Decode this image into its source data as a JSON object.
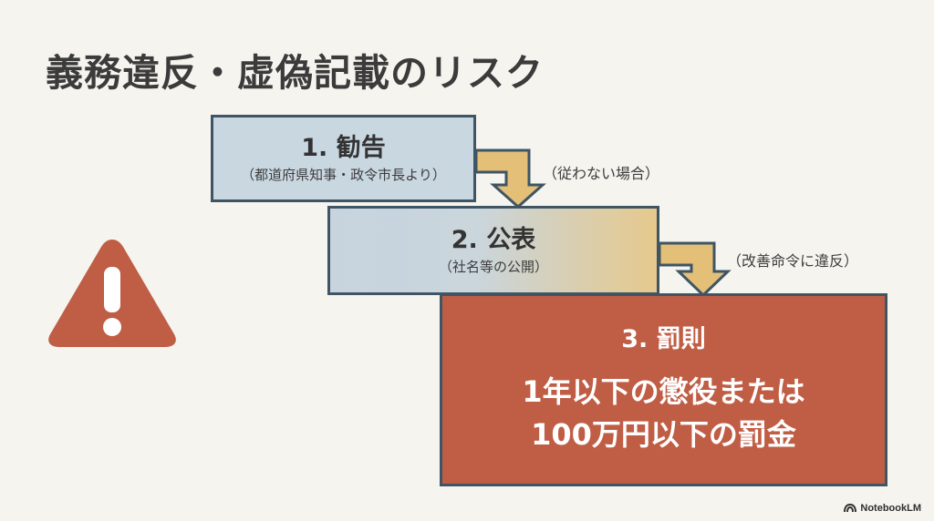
{
  "slide": {
    "title": "義務違反・虚偽記載のリスク"
  },
  "steps": [
    {
      "title": "1. 勧告",
      "subtitle": "（都道府県知事・政令市長より）"
    },
    {
      "title": "2. 公表",
      "subtitle": "（社名等の公開）"
    },
    {
      "title": "3. 罰則",
      "penalty_lines": [
        "1年以下の懲役または",
        "100万円以下の罰金"
      ]
    }
  ],
  "transitions": [
    "（従わない場合）",
    "（改善命令に違反）"
  ],
  "icons": {
    "warning": "warning-icon",
    "brand": "notebooklm-icon"
  },
  "brand": {
    "name": "NotebookLM"
  },
  "colors": {
    "background": "#f6f4ef",
    "step_border": "#3f5564",
    "step_1_fill": "#c9d7e1",
    "step_2_fill_start": "#c7d4de",
    "step_2_fill_end": "#e6c98c",
    "penalty_fill": "#c05d45",
    "warning": "#c05d45",
    "arrow_fill": "#e3bf78",
    "text_dark": "#333333"
  }
}
